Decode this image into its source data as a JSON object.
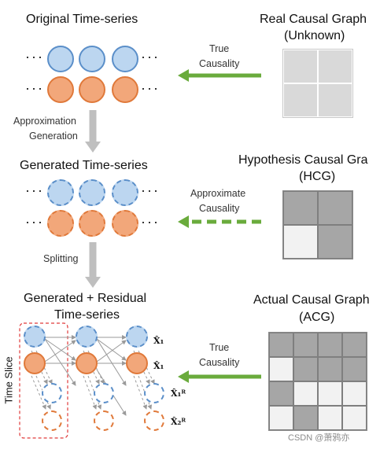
{
  "titles": {
    "original": "Original Time-series",
    "generated": "Generated Time-series",
    "residual_line1": "Generated + Residual",
    "residual_line2": "Time-series",
    "real_line1": "Real Causal Graph",
    "real_line2": "(Unknown)",
    "hcg_line1": "Hypothesis Causal Gra",
    "hcg_line2": "(HCG)",
    "acg_line1": "Actual Causal Graph",
    "acg_line2": "(ACG)"
  },
  "arrows": {
    "true1_line1": "True",
    "true1_line2": "Causality",
    "approx_line1": "Approximate",
    "approx_line2": "Causality",
    "true2_line1": "True",
    "true2_line2": "Causality",
    "gen_line1": "Approximation",
    "gen_line2": "Generation",
    "split": "Splitting"
  },
  "dots": "···",
  "time_slice": "Time Slice",
  "symbols": {
    "x1a": "X̂₁",
    "x1b": "X̂₁",
    "x1r": "X̂₁ᴿ",
    "x2r": "X̂₂ᴿ"
  },
  "watermark": "CSDN @萧鸦亦",
  "colors": {
    "blue_fill": "#bcd6f0",
    "blue_stroke": "#5b8fc9",
    "orange_fill": "#f2a77a",
    "orange_stroke": "#e0793a",
    "green": "#6aab3c",
    "gray_arrow": "#bfbfbf",
    "matrix_light": "#d9d9d9",
    "matrix_dark": "#a6a6a6",
    "matrix_white": "#f2f2f2",
    "red_dash": "#e03a3a"
  },
  "matrices": {
    "real": [
      [
        0,
        0
      ],
      [
        0,
        0
      ]
    ],
    "hcg": [
      [
        1,
        1
      ],
      [
        0,
        1
      ]
    ],
    "acg": [
      [
        1,
        1,
        1,
        1
      ],
      [
        0,
        1,
        1,
        1
      ],
      [
        1,
        0,
        0,
        0
      ],
      [
        0,
        1,
        0,
        0
      ]
    ]
  }
}
